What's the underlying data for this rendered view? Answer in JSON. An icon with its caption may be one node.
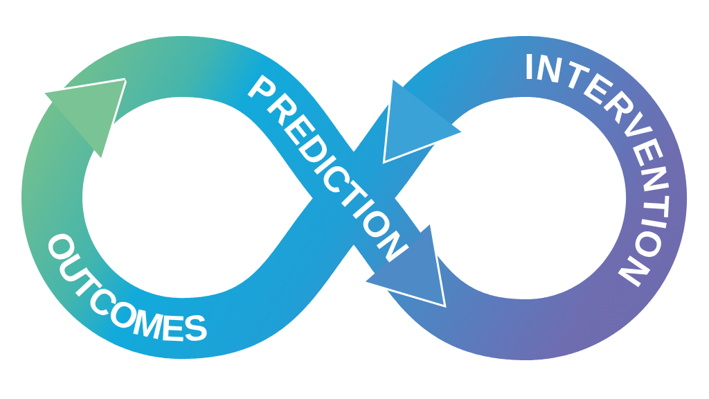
{
  "diagram": {
    "nodes": [
      {
        "text": [
          "PREDICTION"
        ]
      },
      {
        "text": [
          "INTERVENTION"
        ]
      },
      {
        "text": [
          "OUTCOMES"
        ]
      }
    ],
    "edges": [
      {
        "from": 0,
        "to": 1,
        "arrow": "to"
      },
      {
        "from": 1,
        "to": 2,
        "arrow": "to"
      },
      {
        "from": 2,
        "to": 0,
        "arrow": "to"
      }
    ]
  }
}
